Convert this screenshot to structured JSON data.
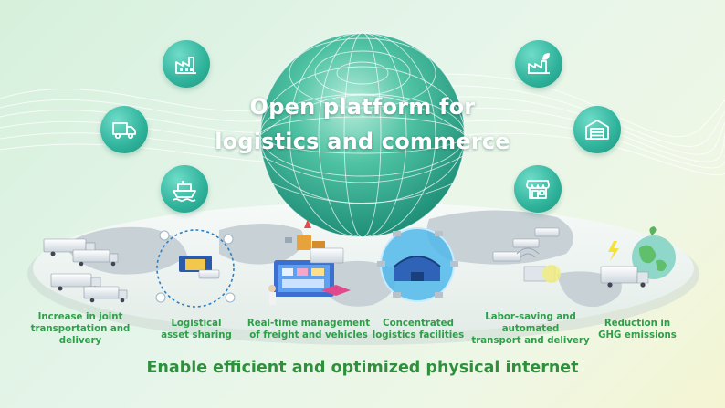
{
  "title": {
    "line1": "Open platform for",
    "line2": "logistics and commerce"
  },
  "icons": {
    "top": [
      "factory-icon",
      "truck-icon",
      "ship-icon"
    ],
    "right": [
      "plant-leaf-icon",
      "warehouse-icon",
      "storefront-icon"
    ]
  },
  "captions": [
    {
      "lines": [
        "Increase in joint",
        "transportation and",
        "delivery"
      ]
    },
    {
      "lines": [
        "Logistical",
        "asset sharing"
      ]
    },
    {
      "lines": [
        "Real-time management",
        "of freight and vehicles"
      ]
    },
    {
      "lines": [
        "Concentrated",
        "logistics facilities"
      ]
    },
    {
      "lines": [
        "Labor-saving and",
        "automated",
        "transport and delivery"
      ]
    },
    {
      "lines": [
        "Reduction in",
        "GHG emissions"
      ]
    }
  ],
  "footer": "Enable efficient and optimized physical internet",
  "colors": {
    "accent_teal": "#2fb29b",
    "caption_green": "#2e9e49",
    "footer_green": "#2e8f3c"
  }
}
